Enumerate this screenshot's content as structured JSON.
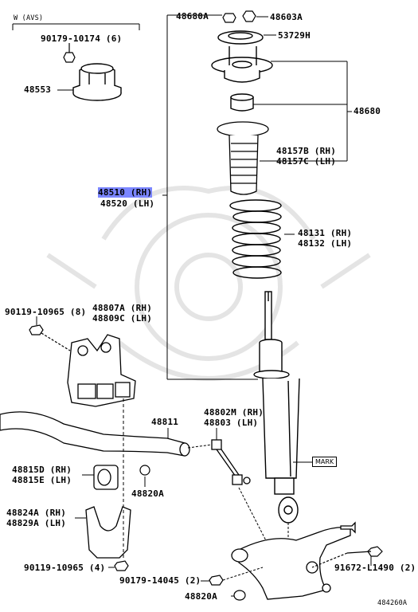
{
  "variant_label": "W (AVS)",
  "parts": {
    "p48680A": "48680A",
    "p48603A": "48603A",
    "p53729H": "53729H",
    "p90179_10174": "90179-10174 (6)",
    "p48553": "48553",
    "p48680": "48680",
    "p48157B": "48157B (RH)",
    "p48157C": "48157C (LH)",
    "p48510": "48510 (RH)",
    "p48520": "48520 (LH)",
    "p48131": "48131 (RH)",
    "p48132": "48132 (LH)",
    "p90119_10965_8": "90119-10965 (8)",
    "p48807A": "48807A (RH)",
    "p48809C": "48809C (LH)",
    "p48811": "48811",
    "p48802M": "48802M (RH)",
    "p48803": "48803 (LH)",
    "p48815D": "48815D (RH)",
    "p48815E": "48815E (LH)",
    "p48820A_1": "48820A",
    "p48824A": "48824A (RH)",
    "p48829A": "48829A (LH)",
    "p90119_10965_4": "90119-10965 (4)",
    "p90179_14045": "90179-14045 (2)",
    "p91672_L1490": "91672-L1490 (2)",
    "p48820A_2": "48820A"
  },
  "mark_label": "MARK",
  "figure_id": "484260A",
  "highlight_color": "#7b86ff"
}
